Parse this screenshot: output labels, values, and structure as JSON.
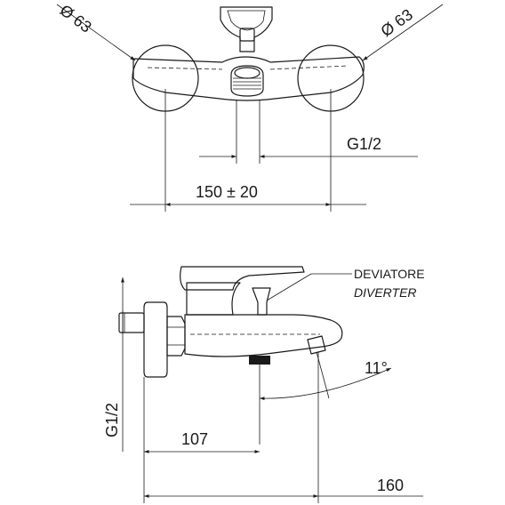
{
  "top_view": {
    "left_diameter": "Ø 63",
    "right_diameter": "Ø 63",
    "thread": "G1/2",
    "centers": "150 ± 20"
  },
  "side_view": {
    "diverter_label": "DEVIATORE",
    "diverter_label_en": "DIVERTER",
    "angle": "11°",
    "thread": "G1/2",
    "spout_dim": "107",
    "depth_dim": "160"
  }
}
